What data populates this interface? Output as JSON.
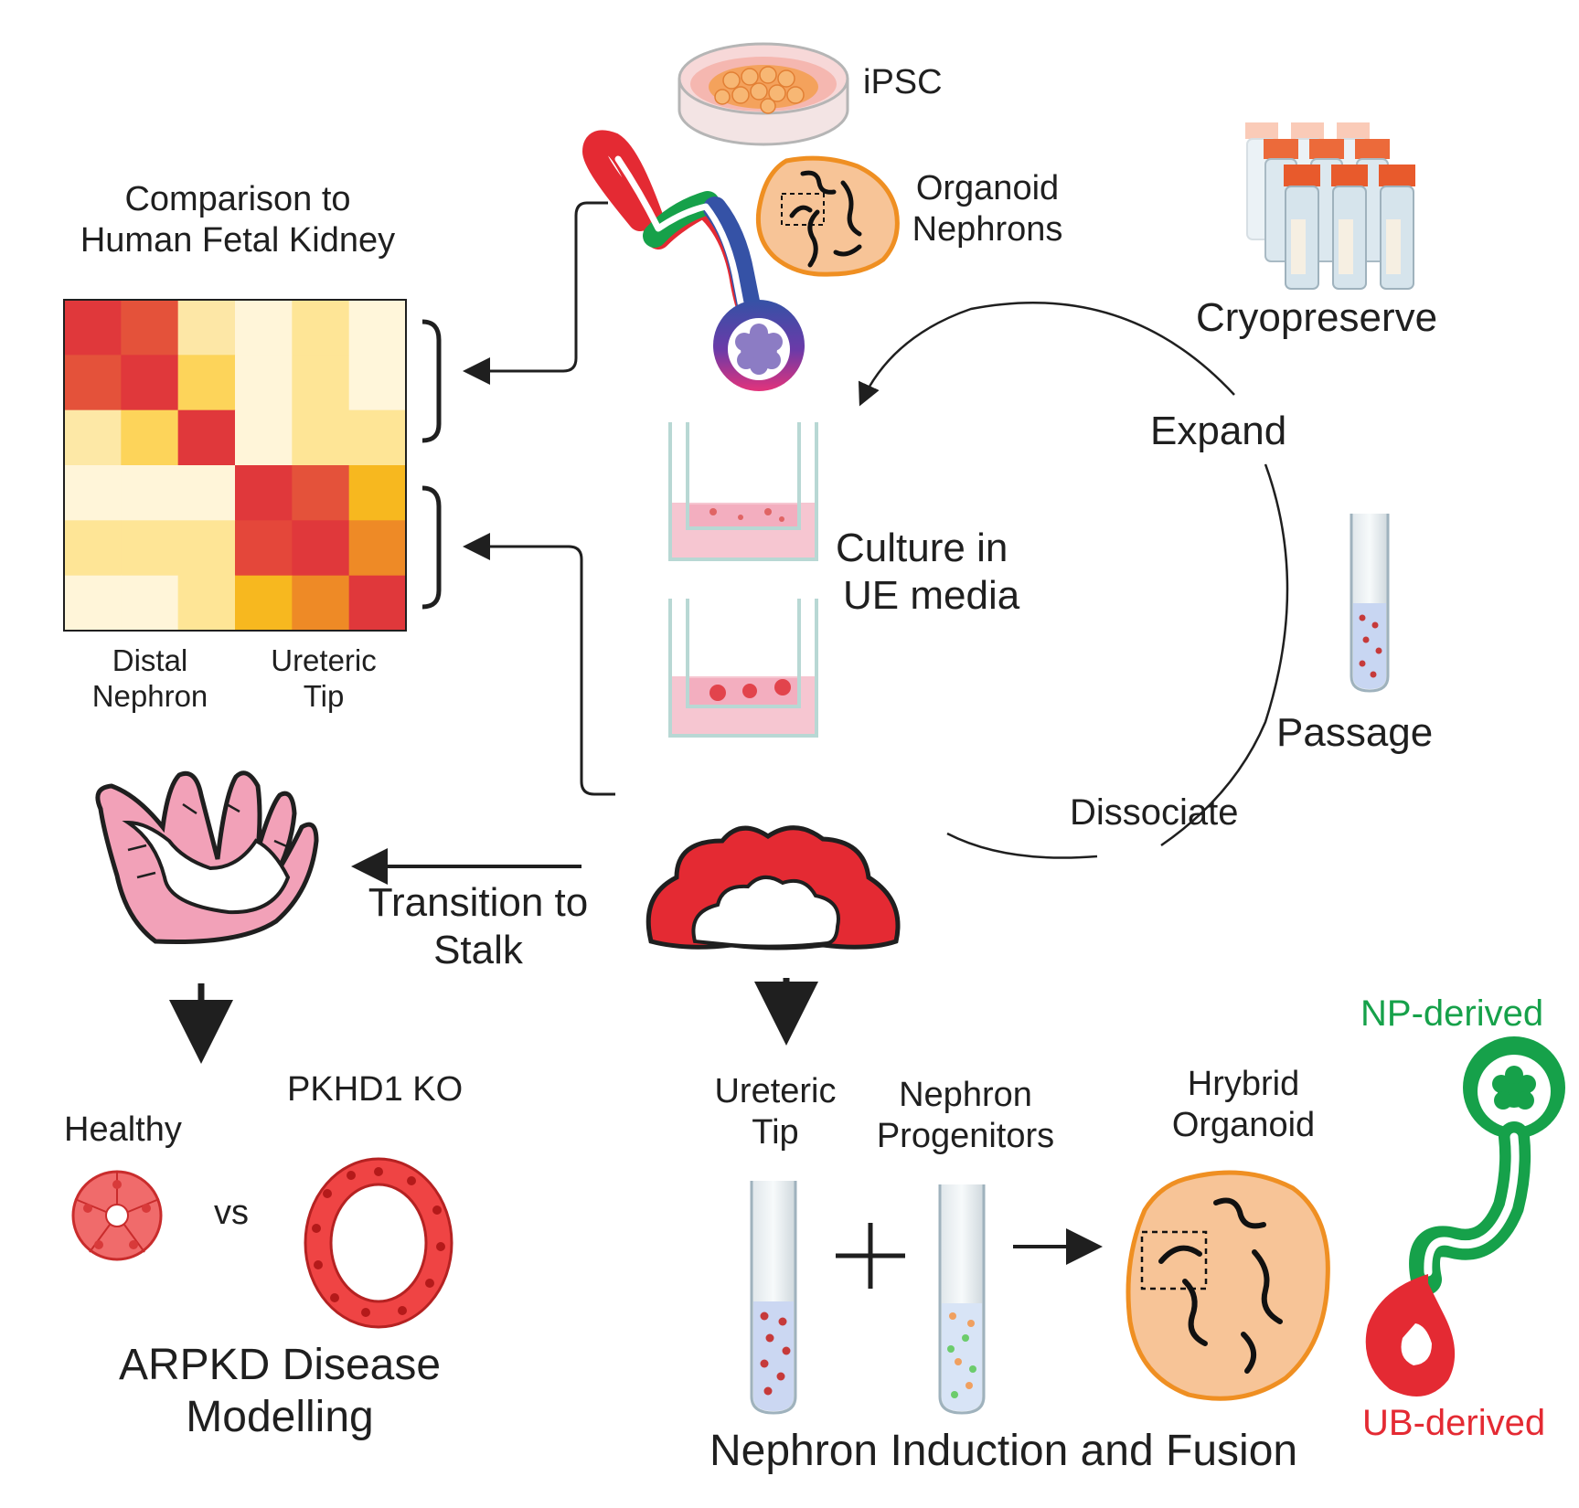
{
  "colors": {
    "red": "#e42a33",
    "green": "#16a14a",
    "orange": "#ef8f22",
    "tan": "#f7c497",
    "pink": "#f6c6d1",
    "blue": "#3552a6",
    "black": "#1f1f1f"
  },
  "heatmap": {
    "title_line1": "Comparison to",
    "title_line2": "Human Fetal Kidney",
    "axis_left_line1": "Distal",
    "axis_left_line2": "Nephron",
    "axis_right_line1": "Ureteric",
    "axis_right_line2": "Tip",
    "cells": [
      [
        "#e0383b",
        "#e4523a",
        "#fde7a6",
        "#fff5d9",
        "#fee596",
        "#fff6da"
      ],
      [
        "#e4523a",
        "#e0383b",
        "#fdd45a",
        "#fff5d9",
        "#fee596",
        "#fff6da"
      ],
      [
        "#fde8a6",
        "#fdd45a",
        "#e0383b",
        "#fff5d9",
        "#fee596",
        "#fee596"
      ],
      [
        "#fff5d9",
        "#fff5d9",
        "#fff5d9",
        "#e0383b",
        "#e4523a",
        "#f7b81f"
      ],
      [
        "#fee596",
        "#fee596",
        "#fee596",
        "#e4473a",
        "#e0383b",
        "#ee8a26"
      ],
      [
        "#fff5d9",
        "#fff5d9",
        "#fee596",
        "#f7b81f",
        "#ee8a26",
        "#e0383b"
      ]
    ]
  },
  "labels": {
    "ipsc": "iPSC",
    "organoid_line1": "Organoid",
    "organoid_line2": "Nephrons",
    "cryopreserve": "Cryopreserve",
    "expand": "Expand",
    "culture_line1": "Culture in",
    "culture_line2": "UE media",
    "passage": "Passage",
    "dissociate": "Dissociate",
    "transition_line1": "Transition to",
    "transition_line2": "Stalk",
    "healthy": "Healthy",
    "pkhd1": "PKHD1 KO",
    "vs": "vs",
    "arpkd_line1": "ARPKD Disease",
    "arpkd_line2": "Modelling",
    "ureteric_line1": "Ureteric",
    "ureteric_line2": "Tip",
    "np_line1": "Nephron",
    "np_line2": "Progenitors",
    "hybrid_line1": "Hrybrid",
    "hybrid_line2": "Organoid",
    "induction": "Nephron Induction and Fusion",
    "np_derived": "NP-derived",
    "ub_derived": "UB-derived"
  }
}
